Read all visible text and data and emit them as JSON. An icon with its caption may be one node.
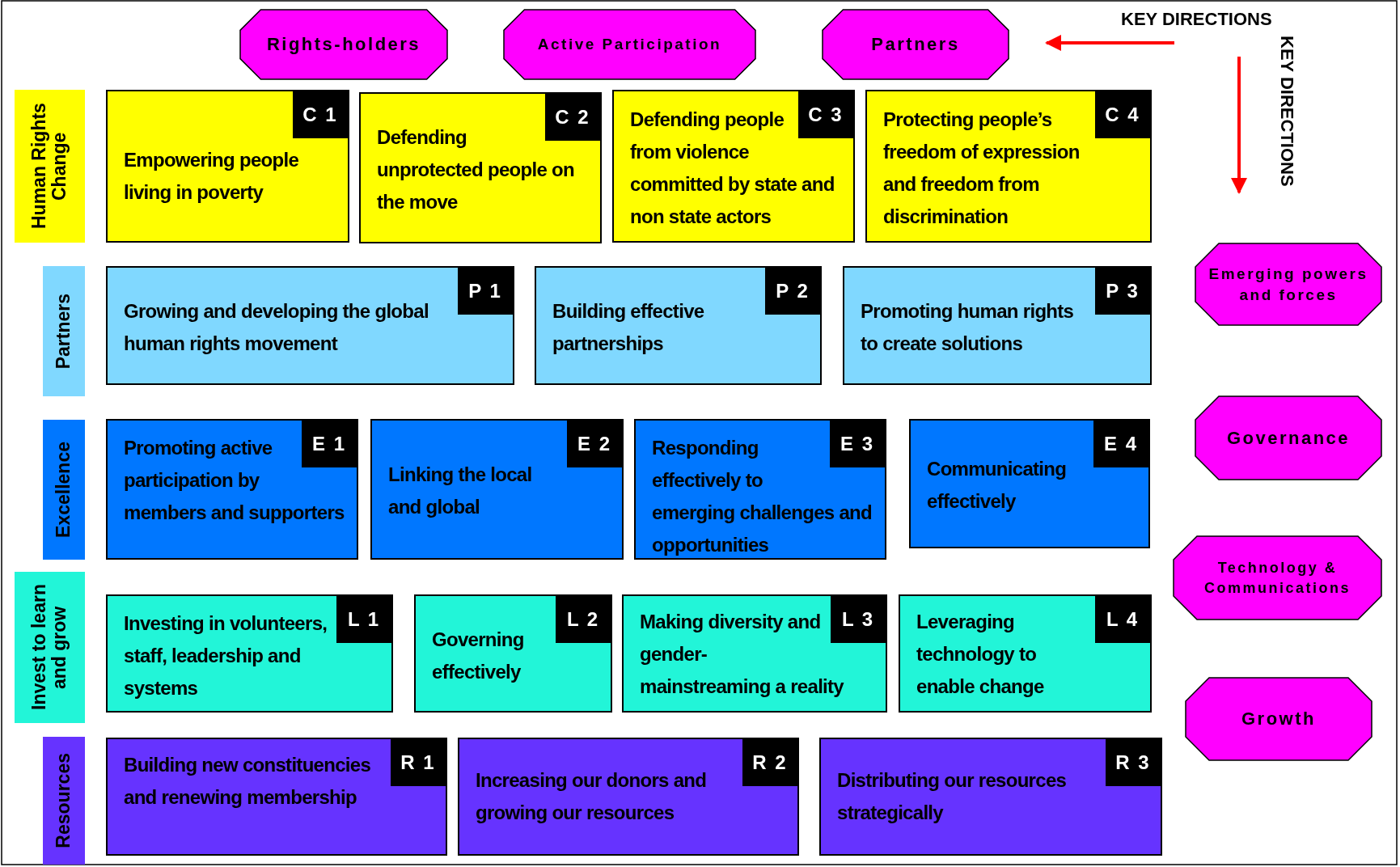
{
  "diagram": {
    "nodes": [
      {
        "text": [
          "Rights-holders"
        ]
      },
      {
        "text": [
          "Active Participation"
        ]
      },
      {
        "text": [
          "Partners"
        ]
      },
      {
        "text": [
          "Human Rights Change"
        ]
      },
      {
        "text": [
          "C 1",
          "Empowering people living in poverty"
        ]
      },
      {
        "text": [
          "C 2",
          "Defending unprotected people on the move"
        ]
      },
      {
        "text": [
          "C 3",
          "Defending people from violence committed by state and non state actors"
        ]
      },
      {
        "text": [
          "Protecting people’s freedom of expression and freedom from discrimination",
          "C 4"
        ]
      },
      {
        "text": [
          "Partners"
        ]
      },
      {
        "text": [
          "P 1",
          "Growing and developing the global human rights movement"
        ]
      },
      {
        "text": [
          "P 2",
          "Building effective partnerships"
        ]
      },
      {
        "text": [
          "P 3",
          "Promoting human rights to create solutions"
        ]
      },
      {
        "text": [
          "Emerging powers and forces"
        ]
      },
      {
        "text": [
          "Excellence"
        ]
      },
      {
        "text": [
          "E 1",
          "Promoting active participation by members and supporters"
        ]
      },
      {
        "text": [
          "E 2",
          "Linking the local and global"
        ]
      },
      {
        "text": [
          "E 3",
          "Responding effectively to emerging challenges and opportunities"
        ]
      },
      {
        "text": [
          "E 4",
          "Communicating effectively"
        ]
      },
      {
        "text": [
          "Governance"
        ]
      },
      {
        "text": [
          "Invest to learn and grow"
        ]
      },
      {
        "text": [
          "Investing in volunteers, staff, leadership and systems",
          "L 1"
        ]
      },
      {
        "text": [
          "L 2",
          "Governing effectively"
        ]
      },
      {
        "text": [
          "Making diversity and gender-mainstreaming a reality",
          "L 3"
        ]
      },
      {
        "text": [
          "Leveraging technology to enable change",
          "L 4"
        ]
      },
      {
        "text": [
          "Technology & Communications"
        ]
      },
      {
        "text": [
          "Resources"
        ]
      },
      {
        "text": [
          "Building new constituencies and renewing membership",
          "R 1"
        ]
      },
      {
        "text": [
          "R 2",
          "Increasing our donors and growing our resources"
        ]
      },
      {
        "text": [
          "R 3",
          "Distributing our resources strategically"
        ]
      },
      {
        "text": [
          "Growth"
        ]
      }
    ],
    "edges": [],
    "labels": [
      "KEY DIRECTIONS",
      "KEY DIRECTIONS"
    ]
  }
}
